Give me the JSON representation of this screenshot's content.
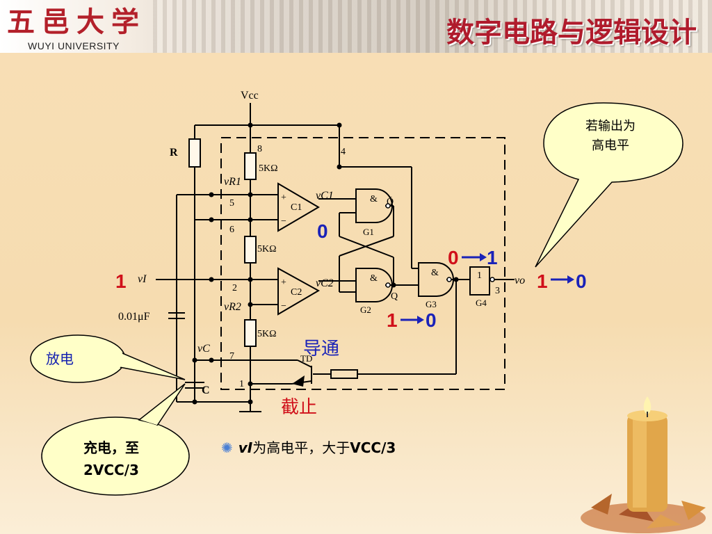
{
  "header": {
    "logo_cn": "五邑大学",
    "logo_en": "WUYI UNIVERSITY",
    "title": "数字电路与逻辑设计"
  },
  "circuit": {
    "vcc": "Vcc",
    "resistor_R": "R",
    "capacitor_C": "C",
    "cap_value": "0.01μF",
    "res_5k": "5KΩ",
    "pins": [
      "8",
      "4",
      "5",
      "6",
      "2",
      "7",
      "1",
      "3"
    ],
    "comparator_1": "C1",
    "comparator_2": "C2",
    "gate_g1": "G1",
    "gate_g2": "G2",
    "gate_g3": "G3",
    "gate_g4": "G4",
    "gate_and": "&",
    "gate_buf": "1",
    "q": "Q",
    "q_bar": "Q̄",
    "td": "TD",
    "v_i": "vI",
    "v_o": "vo",
    "v_c": "vC",
    "v_c1": "vC1",
    "v_c2": "vC2",
    "v_r1": "vR1",
    "v_r2": "vR2",
    "plus": "+",
    "minus": "−"
  },
  "annotations": {
    "vi_state": "1",
    "g1_out": "0",
    "g3_in_from": "0",
    "g3_in_to": "1",
    "q_from": "1",
    "q_to": "0",
    "out_from": "1",
    "out_to": "0",
    "td_on": "导通",
    "td_off": "截止",
    "accent_blue": "#1a22b8",
    "accent_red": "#d0101a"
  },
  "bubbles": {
    "output_high": [
      "若输出为",
      "高电平"
    ],
    "discharge": "放电",
    "charge": [
      "充电，至",
      "2VCC/3"
    ]
  },
  "bullet": {
    "text_prefix": "vI",
    "text_mid": "为高电平，大于",
    "text_vcc": "VCC",
    "text_suffix": "/3"
  }
}
